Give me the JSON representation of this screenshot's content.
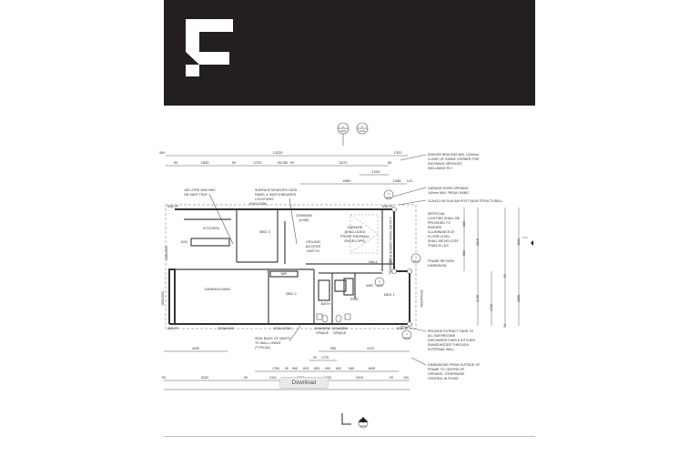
{
  "header": {
    "logo_icon": "brand-f-logo",
    "background": "#231f20"
  },
  "section_markers": [
    {
      "number": "1",
      "sheet": "A201"
    },
    {
      "number": "2",
      "sheet": "A201"
    },
    {
      "number": "3",
      "sheet": "A604"
    },
    {
      "number": "4",
      "sheet": "A602"
    },
    {
      "number": "2",
      "sheet": "A601"
    },
    {
      "number": "2",
      "sheet": "A602"
    },
    {
      "number": "4",
      "sheet": "A202"
    }
  ],
  "rooms": {
    "kitchen": "KITCHEN",
    "bed3": "BED 3",
    "garage_l1": "GARAGE",
    "garage_l2": "(EXCLUDED",
    "garage_l3": "FROM THERMAL",
    "garage_l4": "ENVELOPE)",
    "ceiling_l1": "CEILING",
    "ceiling_l2": "ACCESS",
    "ceiling_l3": "HATCH",
    "hall": "HALL",
    "dining": "DINING/LIVING",
    "bed2": "BED 2",
    "bed1": "BED 1",
    "bath": "BATH",
    "ens": "ENS.",
    "wr": "WR",
    "wir": "WIR",
    "lin": "LIN"
  },
  "dims_top": {
    "d400": "400",
    "d13220": "13220",
    "d1320": "1320",
    "d90a": "90",
    "d2830": "2830",
    "d90b": "90",
    "d2720": "2720",
    "d90c": "90",
    "d250": "250",
    "d90d": "90",
    "d5470": "5470",
    "d90e": "90",
    "d1200": "1200",
    "d4960": "4960",
    "d1088": "1088",
    "d112": "112"
  },
  "dims_bottom": {
    "d4050": "4050",
    "d955": "955",
    "d4120": "4120",
    "d1725": "1725",
    "d90f": "90",
    "d1780": "1780",
    "d90g": "90",
    "d965a": "965",
    "d815": "815",
    "d805": "805",
    "d900": "900",
    "d600": "600",
    "d965b": "965",
    "d1845": "1845",
    "d90h": "90",
    "d5320": "5320",
    "d90i": "90",
    "d2441": "2441",
    "d1720": "1720",
    "d1030": "1030",
    "d2810": "2810",
    "d90j": "90",
    "d120": "120",
    "d14940": "14940"
  },
  "dims_right": [
    "4330",
    "2015",
    "880",
    "560",
    "90",
    "2725",
    "1720",
    "3365",
    "90"
  ],
  "windows": {
    "w_kitchen": "1000x1200W",
    "w_garage_side": "2000x600W",
    "w_garage_side2": "(w 660)",
    "w_dining_top": "2000x2300",
    "w_dining_left": "2000x2000",
    "w_living_bottom": "2000x600W",
    "w_bed2": "1000x1200W",
    "w_bath": "1000x600W",
    "w_bath_op": "OPAQUE",
    "w_ens": "1000x600W",
    "w_ens_op": "OPAQUE",
    "w_bed1_side": "1000x1200W",
    "garage_door": "2.4m SECTIONAL GARAGE DOOR",
    "door_wide": "700x2000W",
    "dp_tl": "80Ø DP",
    "dp_tr": "80Ø DP",
    "dp_bl": "80Ø DP",
    "dp_br": "80Ø DP",
    "d1000": "1000"
  },
  "notes": {
    "hwc_l1": "180 LITRE 3kW HWC",
    "hwc_l2": "ON SAFE TRAY",
    "data_l1": "SURFACE MOUNTED DATA",
    "data_l2": "PANEL & SWITCHBOARDS",
    "data_l3": "LOCATIONS",
    "bracing_l1": "ENSURE BRACING MIN. 1200mm",
    "bracing_l2": "CLEAR OF INSIDE CORNER FOR",
    "bracing_l3": "INCOMING SERVICES",
    "bracing_l4": "INCLUDING PLY",
    "gdo_l1": "GARAGE DOOR OPENING",
    "gdo_l2": "140mm MIN. FROM LINING",
    "post": "112x112 H5 GLULAM POST (NON STRUCTURAL)",
    "light_l1": "ARTIFICIAL",
    "light_l2": "LIGHTING SHALL BE",
    "light_l3": "PROVIDED TO",
    "light_l4": "ENSURE",
    "light_l5": "ILLUMINANCE AT",
    "light_l6": "FLOOR LEVEL",
    "light_l7": "SHALL BE NO LESS",
    "light_l8": "THAN 20 LUX.",
    "frame_l1": "FRAME RETURN",
    "frame_l2": "DIMENSION",
    "fans_l1": "PROVIDE EXTRACT FANS TO",
    "fans_l2": "ALL BATHROOMS",
    "fans_l3": "DISCHARGE FANS & KITCHEN",
    "fans_l4": "RANGEHOODS THROUGH",
    "fans_l5": "EXTERNAL WALL",
    "seal_l1": "SEAL BACK OF VANITY",
    "seal_l2": "TO WALL LINING",
    "seal_l3": "(TYPICAL)",
    "dimnote_l1": "DIMENSIONS FROM OUTSIDE OF",
    "dimnote_l2": "FRAME TO CENTRE OF",
    "dimnote_l3": "OPENING. OTHERWISE",
    "dimnote_l4": "CENTRAL IN ROOM"
  },
  "download_button": {
    "label": "Download"
  }
}
